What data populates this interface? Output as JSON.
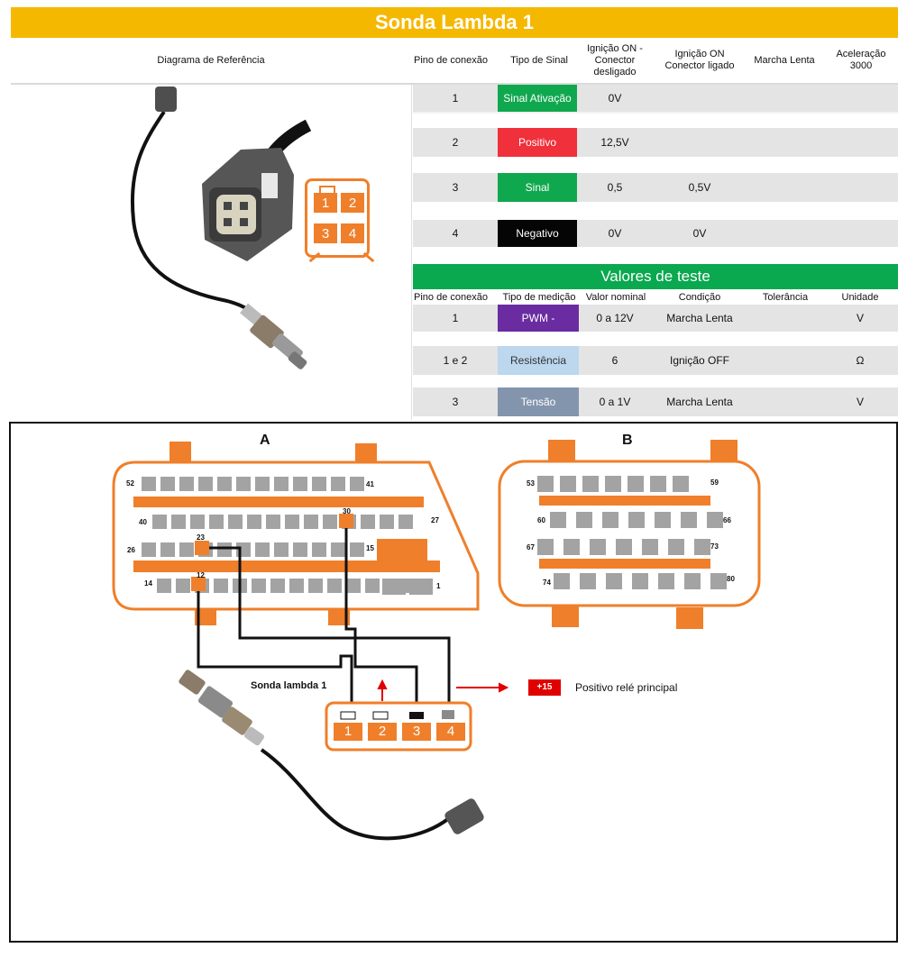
{
  "title": "Sonda Lambda 1",
  "headers": {
    "reference_diagram": "Diagrama de Referência",
    "pin": "Pino de conexão",
    "signal_type": "Tipo de Sinal",
    "ign_on_disconnected": "Ignição ON - Conector desligado",
    "ign_on_connected": "Ignição ON Conector ligado",
    "idle": "Marcha Lenta",
    "accel": "Aceleração 3000"
  },
  "pin_rows": [
    {
      "pin": "1",
      "type": "Sinal Ativação",
      "color": "#10a84e",
      "ign_off_conn": "0V",
      "ign_on_conn": ""
    },
    {
      "pin": "2",
      "type": "Positivo",
      "color": "#f0303a",
      "ign_off_conn": "12,5V",
      "ign_on_conn": ""
    },
    {
      "pin": "3",
      "type": "Sinal",
      "color": "#10a84e",
      "ign_off_conn": "0,5",
      "ign_on_conn": "0,5V"
    },
    {
      "pin": "4",
      "type": "Negativo",
      "color": "#050505",
      "ign_off_conn": "0V",
      "ign_on_conn": "0V"
    }
  ],
  "connector_numbers": [
    "1",
    "2",
    "3",
    "4"
  ],
  "test_title": "Valores de teste",
  "test_headers": {
    "pin": "Pino de conexão",
    "measurement": "Tipo de medição",
    "nominal": "Valor nominal",
    "condition": "Condição",
    "tolerance": "Tolerância",
    "unit": "Unidade"
  },
  "test_rows": [
    {
      "pin": "1",
      "type": "PWM -",
      "color": "#6a2ca0",
      "text_color": "#ffffff",
      "nominal": "0 a 12V",
      "condition": "Marcha Lenta",
      "tolerance": "",
      "unit": "V"
    },
    {
      "pin": "1 e 2",
      "type": "Resistência",
      "color": "#bcd7ee",
      "text_color": "#333333",
      "nominal": "6",
      "condition": "Ignição OFF",
      "tolerance": "",
      "unit": "Ω"
    },
    {
      "pin": "3",
      "type": "Tensão",
      "color": "#8395ad",
      "text_color": "#ffffff",
      "nominal": "0 a 1V",
      "condition": "Marcha Lenta",
      "tolerance": "",
      "unit": "V"
    }
  ],
  "ecu": {
    "connector_a": "A",
    "connector_b": "B",
    "a_labels": {
      "52": "52",
      "41": "41",
      "40": "40",
      "27": "27",
      "26": "26",
      "15": "15",
      "14": "14",
      "1": "1",
      "23": "23",
      "30": "30",
      "12": "12"
    },
    "b_labels": {
      "53": "53",
      "59": "59",
      "60": "60",
      "66": "66",
      "67": "67",
      "73": "73",
      "74": "74",
      "80": "80"
    },
    "sensor_label": "Sonda lambda 1",
    "sensor_pins": [
      "1",
      "2",
      "3",
      "4"
    ],
    "relay_badge": "+15",
    "relay_label": "Positivo relé principal"
  },
  "colors": {
    "orange": "#ef7f2a",
    "yellow": "#f5b800",
    "green": "#0aa84f",
    "pin_grey": "#a3a3a3"
  }
}
